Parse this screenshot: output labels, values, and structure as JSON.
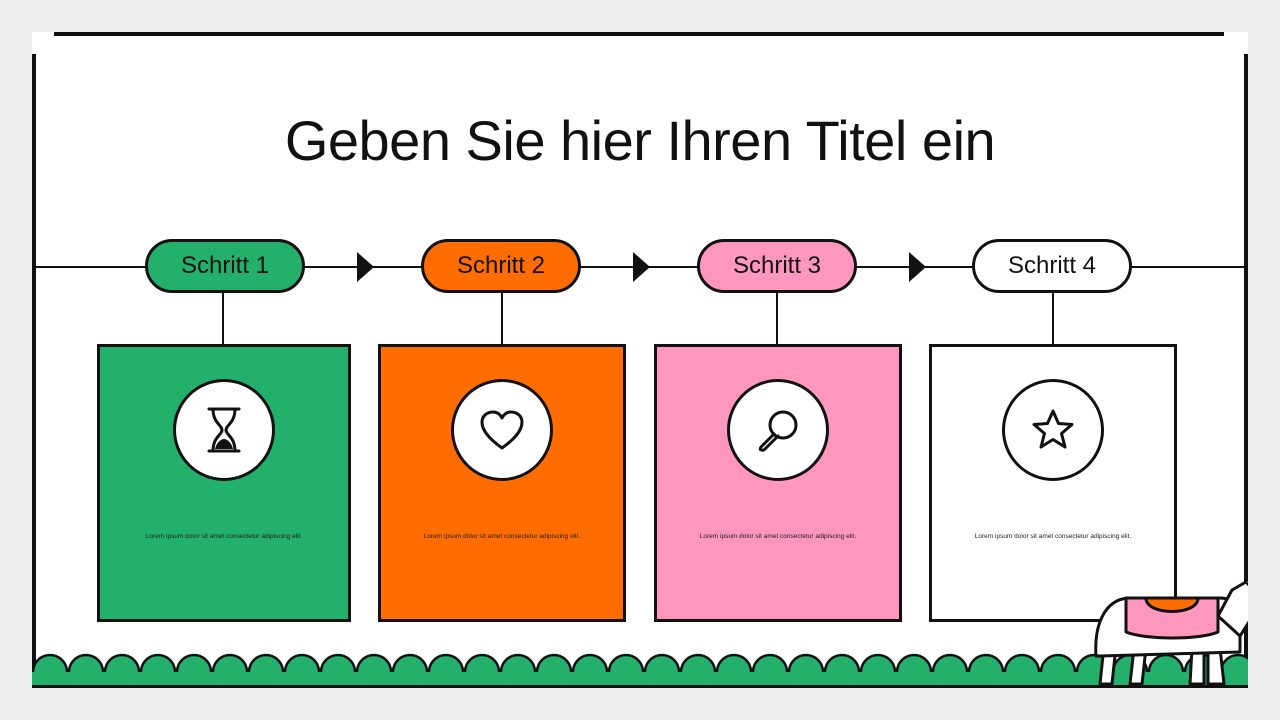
{
  "title": "Geben Sie hier Ihren Titel ein",
  "steps": [
    {
      "label": "Schritt 1",
      "color": "#22b06a",
      "icon": "hourglass-icon",
      "text": "Lorem ipsum dolor sit amet consectetur adipiscing elit."
    },
    {
      "label": "Schritt 2",
      "color": "#ff6d00",
      "icon": "heart-icon",
      "text": "Lorem ipsum dolor sit amet consectetur adipiscing elit."
    },
    {
      "label": "Schritt 3",
      "color": "#ff96bd",
      "icon": "magnifier-icon",
      "text": "Lorem ipsum dolor sit amet consectetur adipiscing elit."
    },
    {
      "label": "Schritt 4",
      "color": "#ffffff",
      "icon": "star-icon",
      "text": "Lorem ipsum dolor sit amet consectetur adipiscing elit."
    }
  ],
  "colors": {
    "green": "#22b06a",
    "orange": "#ff6d00",
    "pink": "#ff96bd",
    "line": "#111111"
  }
}
